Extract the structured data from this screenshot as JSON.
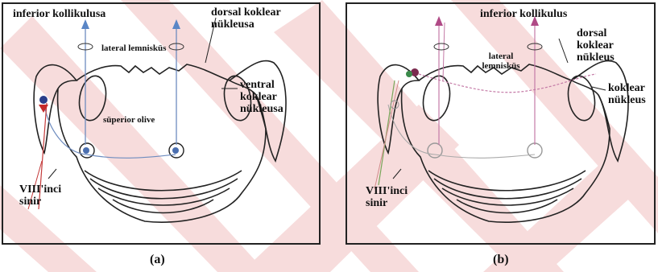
{
  "watermark_color": "#f6d6d6",
  "panel_a": {
    "caption": "(a)",
    "labels": {
      "inferior": "inferior kollikulusa",
      "dorsal": "dorsal koklear nükleusa",
      "ventral": "ventral koklear nükleusa",
      "lateral": "lateral lemnisküs",
      "superior": "süperior olive",
      "nerve": "VIII'inci sinir"
    }
  },
  "panel_b": {
    "caption": "(b)",
    "labels": {
      "inferior": "inferior kollikulus",
      "dorsal": "dorsal koklear nükleus",
      "koklear": "koklear nükleus",
      "lateral": "lateral lemnisküs",
      "nerve": "VIII'inci sinir"
    }
  }
}
